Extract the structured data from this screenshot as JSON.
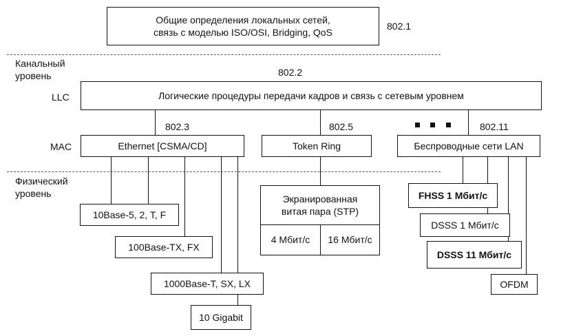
{
  "top": {
    "box_line1": "Общие определения локальных сетей,",
    "box_line2": "связь с моделью ISO/OSI, Bridging, QoS",
    "std": "802.1"
  },
  "layers": {
    "datalink_line1": "Канальный",
    "datalink_line2": "уровень",
    "physical_line1": "Физический",
    "physical_line2": "уровень",
    "llc": "LLC",
    "mac": "MAC"
  },
  "llc": {
    "std": "802.2",
    "box": "Логические процедуры передачи кадров и связь с сетевым уровнем"
  },
  "mac": {
    "ethernet": {
      "std": "802.3",
      "box": "Ethernet [CSMA/CD]"
    },
    "token_ring": {
      "std": "802.5",
      "box": "Token Ring"
    },
    "wireless": {
      "std": "802.11",
      "box": "Беспроводные сети LAN"
    }
  },
  "phys": {
    "eth": [
      "10Base-5, 2, T, F",
      "100Base-TX, FX",
      "1000Base-T, SX, LX",
      "10 Gigabit"
    ],
    "stp_line1": "Экранированная",
    "stp_line2": "витая пара (STP)",
    "stp_4": "4 Мбит/с",
    "stp_16": "16 Мбит/с",
    "wifi": [
      "FHSS 1 Мбит/с",
      "DSSS 1 Мбит/с",
      "DSSS 11 Мбит/с",
      "OFDM"
    ]
  }
}
